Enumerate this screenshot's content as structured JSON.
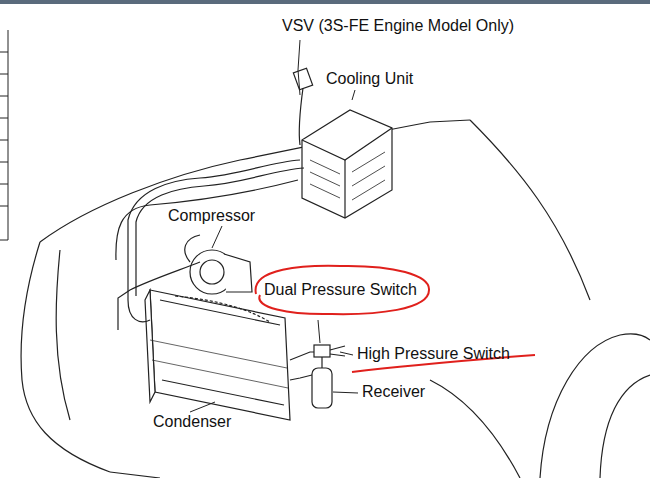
{
  "diagram": {
    "nodes": [
      {
        "text": [
          "Dual Pressure Switch"
        ]
      }
    ],
    "labels": [
      "VSV (3S-FE Engine Model Only)",
      "Cooling Unit",
      "Compressor",
      "High Pressure Switch",
      "Receiver",
      "Condenser"
    ]
  }
}
